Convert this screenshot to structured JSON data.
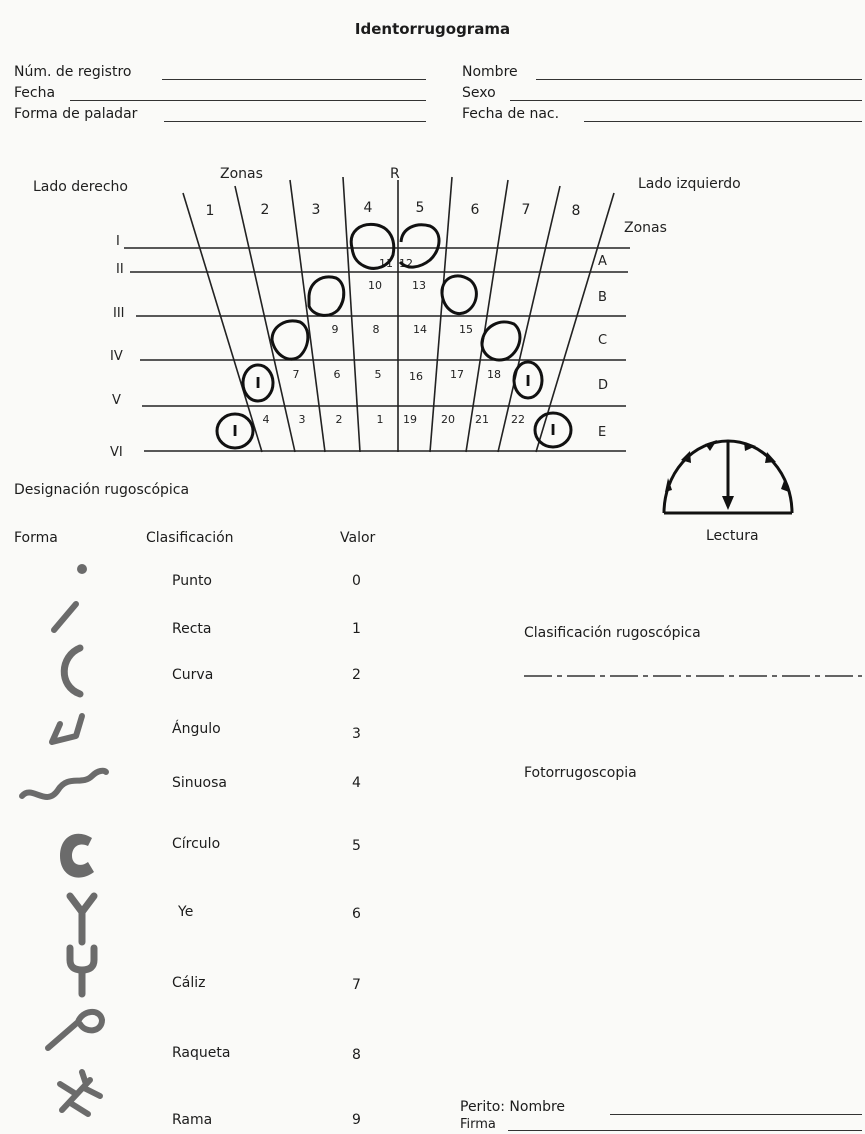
{
  "title": "Identorrugograma",
  "fields": {
    "registro": "Núm. de registro",
    "fecha": "Fecha",
    "forma_paladar": "Forma de paladar",
    "nombre": "Nombre",
    "sexo": "Sexo",
    "fecha_nac": "Fecha de nac."
  },
  "diagram": {
    "lado_derecho": "Lado derecho",
    "lado_izquierdo": "Lado izquierdo",
    "zonas_left": "Zonas",
    "zonas_right": "Zonas",
    "r_label": "R",
    "zone_numbers": [
      "1",
      "2",
      "3",
      "4",
      "5",
      "6",
      "7",
      "8"
    ],
    "roman_rows": [
      "I",
      "II",
      "III",
      "IV",
      "V",
      "VI"
    ],
    "letter_rows": [
      "A",
      "B",
      "C",
      "D",
      "E"
    ],
    "cells": [
      "11",
      "12",
      "10",
      "13",
      "9",
      "8",
      "14",
      "15",
      "7",
      "6",
      "5",
      "16",
      "17",
      "18",
      "4",
      "3",
      "2",
      "1",
      "19",
      "20",
      "21",
      "22"
    ],
    "marked_letter": "I"
  },
  "designacion": "Designación rugoscópica",
  "table": {
    "headers": {
      "forma": "Forma",
      "clasificacion": "Clasificación",
      "valor": "Valor"
    },
    "rows": [
      {
        "icon": "dot-shape-icon",
        "clasificacion": "Punto",
        "valor": "0"
      },
      {
        "icon": "straight-line-shape-icon",
        "clasificacion": "Recta",
        "valor": "1"
      },
      {
        "icon": "curve-shape-icon",
        "clasificacion": "Curva",
        "valor": "2"
      },
      {
        "icon": "angle-shape-icon",
        "clasificacion": "Ángulo",
        "valor": "3"
      },
      {
        "icon": "wavy-shape-icon",
        "clasificacion": "Sinuosa",
        "valor": "4"
      },
      {
        "icon": "circle-shape-icon",
        "clasificacion": "Círculo",
        "valor": "5"
      },
      {
        "icon": "y-shape-icon",
        "clasificacion": "Ye",
        "valor": "6"
      },
      {
        "icon": "chalice-shape-icon",
        "clasificacion": "Cáliz",
        "valor": "7"
      },
      {
        "icon": "racket-shape-icon",
        "clasificacion": "Raqueta",
        "valor": "8"
      },
      {
        "icon": "branch-shape-icon",
        "clasificacion": "Rama",
        "valor": "9"
      }
    ]
  },
  "lectura": "Lectura",
  "clasificacion_rugoscopica": "Clasificación rugoscópica",
  "fotorrugoscopia": "Fotorrugoscopia",
  "perito": {
    "nombre": "Perito: Nombre",
    "firma": "Firma"
  }
}
